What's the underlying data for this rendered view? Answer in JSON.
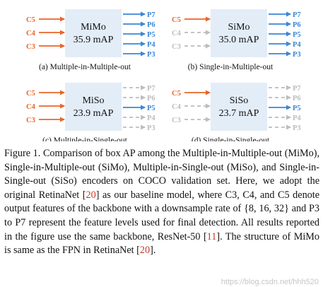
{
  "colors": {
    "active_input": "#e8652a",
    "inactive": "#bdbdbd",
    "active_output": "#3a86d8",
    "box_fill": "#e3edf8"
  },
  "panels": [
    {
      "id": "a",
      "name": "MiMo",
      "map": "35.9 mAP",
      "subcaption": "(a) Multiple-in-Multiple-out",
      "inputs": [
        {
          "label": "C5",
          "active": true
        },
        {
          "label": "C4",
          "active": true
        },
        {
          "label": "C3",
          "active": true
        }
      ],
      "outputs": [
        {
          "label": "P7",
          "active": true
        },
        {
          "label": "P6",
          "active": true
        },
        {
          "label": "P5",
          "active": true
        },
        {
          "label": "P4",
          "active": true
        },
        {
          "label": "P3",
          "active": true
        }
      ]
    },
    {
      "id": "b",
      "name": "SiMo",
      "map": "35.0 mAP",
      "subcaption": "(b) Single-in-Multiple-out",
      "inputs": [
        {
          "label": "C5",
          "active": true
        },
        {
          "label": "C4",
          "active": false
        },
        {
          "label": "C3",
          "active": false
        }
      ],
      "outputs": [
        {
          "label": "P7",
          "active": true
        },
        {
          "label": "P6",
          "active": true
        },
        {
          "label": "P5",
          "active": true
        },
        {
          "label": "P4",
          "active": true
        },
        {
          "label": "P3",
          "active": true
        }
      ]
    },
    {
      "id": "c",
      "name": "MiSo",
      "map": "23.9 mAP",
      "subcaption": "(c) Multiple-in-Single-out",
      "inputs": [
        {
          "label": "C5",
          "active": true
        },
        {
          "label": "C4",
          "active": true
        },
        {
          "label": "C3",
          "active": true
        }
      ],
      "outputs": [
        {
          "label": "P7",
          "active": false
        },
        {
          "label": "P6",
          "active": false
        },
        {
          "label": "P5",
          "active": true
        },
        {
          "label": "P4",
          "active": false
        },
        {
          "label": "P3",
          "active": false
        }
      ]
    },
    {
      "id": "d",
      "name": "SiSo",
      "map": "23.7 mAP",
      "subcaption": "(d) Single-in-Single-out",
      "inputs": [
        {
          "label": "C5",
          "active": true
        },
        {
          "label": "C4",
          "active": false
        },
        {
          "label": "C3",
          "active": false
        }
      ],
      "outputs": [
        {
          "label": "P7",
          "active": false
        },
        {
          "label": "P6",
          "active": false
        },
        {
          "label": "P5",
          "active": true
        },
        {
          "label": "P4",
          "active": false
        },
        {
          "label": "P3",
          "active": false
        }
      ]
    }
  ],
  "caption": {
    "part1": "Figure 1. Comparison of box AP among the Multiple-in-Multiple-out (MiMo), Single-in-Multiple-out (SiMo), Multiple-in-Single-out (MiSo), and Single-in-Single-out (SiSo) encoders on COCO validation set. Here, we adopt the original RetinaNet [",
    "cite1": "20",
    "part2": "] as our baseline model, where C3, C4, and C5 denote output features of the backbone with a downsample rate of {8, 16, 32} and P3 to P7 represent the feature levels used for final detection. All results reported in the figure use the same backbone, ResNet-50 [",
    "cite2": "11",
    "part3": "]. The structure of MiMo is same as the FPN in RetinaNet [",
    "cite3": "20",
    "part4": "]."
  },
  "watermark": "https://blog.csdn.net/hhh520"
}
